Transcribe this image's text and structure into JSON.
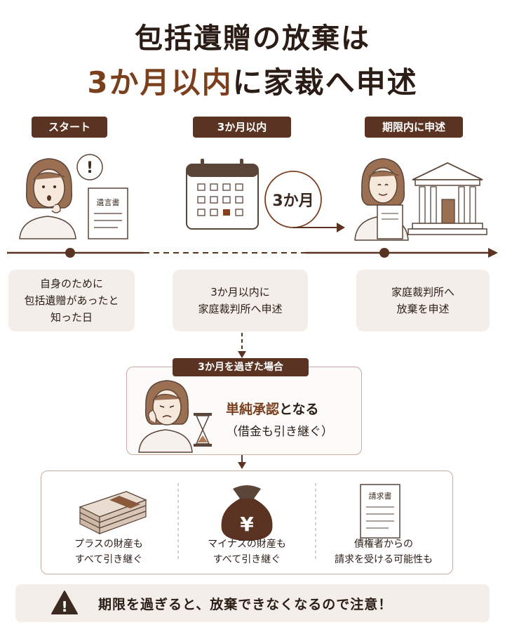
{
  "title": {
    "line1": "包括遺贈の放棄は",
    "line2_highlight": "3か月以内",
    "line2_rest": "に家裁へ申述"
  },
  "timeline": {
    "steps": [
      {
        "label": "スタート",
        "card": "自身のために\n包括遺贈があったと\n知った日"
      },
      {
        "label": "3か月以内",
        "card": "3か月以内に\n家庭裁判所へ申述"
      },
      {
        "label": "期限内に申述",
        "card": "家庭裁判所へ\n放棄を申述"
      }
    ],
    "doc_label": "遺言書",
    "badge": "3か月",
    "exclaim": "!"
  },
  "overdue": {
    "label": "3か月を過ぎた場合",
    "highlight": "単純承認",
    "rest": "となる",
    "sub": "（借金も引き継ぐ）"
  },
  "consequences": [
    {
      "text": "プラスの財産も\nすべて引き継ぐ",
      "icon": "money-bundle-icon"
    },
    {
      "text": "マイナスの財産も\nすべて引き継ぐ",
      "icon": "yen-bag-icon",
      "symbol": "¥"
    },
    {
      "text": "債権者からの\n請求を受ける可能性も",
      "icon": "invoice-icon",
      "doc_label": "請求書"
    }
  ],
  "warning": {
    "text": "期限を過ぎると、放棄できなくなるので注意！",
    "icon": "warning-icon",
    "symbol": "!"
  },
  "colors": {
    "brown": "#5a3322",
    "accent": "#7a3f1d",
    "card": "#f4eeea"
  }
}
